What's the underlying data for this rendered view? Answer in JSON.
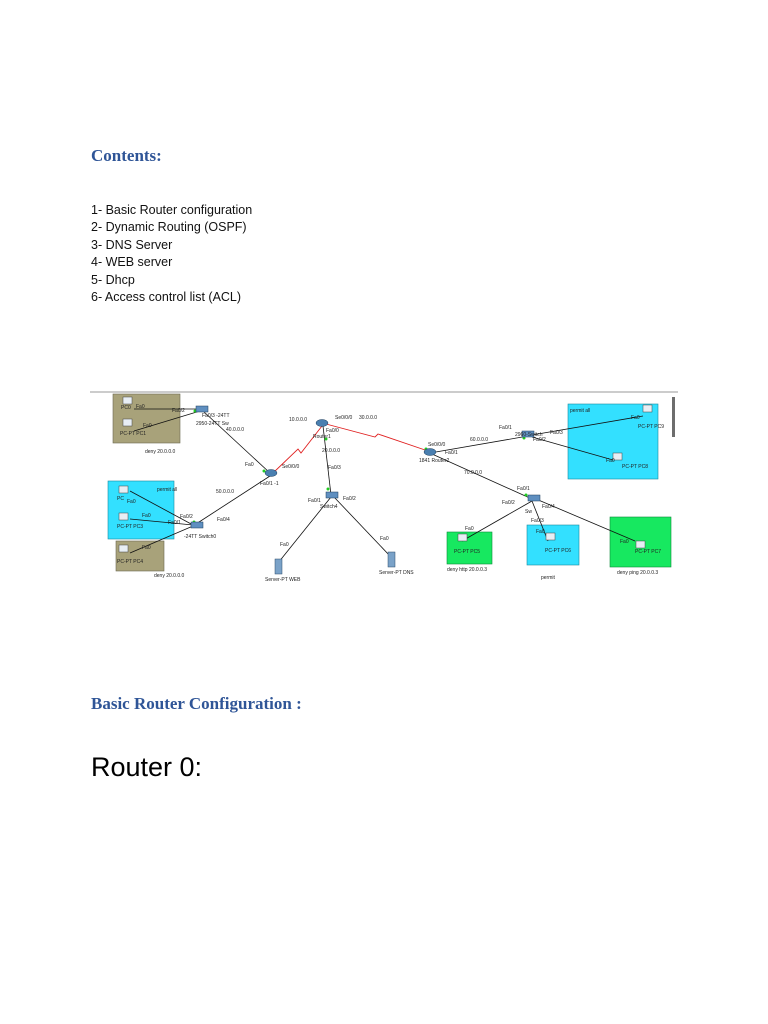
{
  "contents": {
    "heading": "Contents:",
    "items": [
      "1- Basic Router configuration",
      "2- Dynamic Routing (OSPF)",
      "3- DNS Server",
      "4- WEB server",
      "5- Dhcp",
      "6- Access control list (ACL)"
    ]
  },
  "diagram": {
    "areas": {
      "pc01_group": "deny 20.0.0.0",
      "pc34_group": "permit all",
      "pc34_deny": "deny 20.0.0.0",
      "pc89_group": "permit all",
      "pc5_group": "deny http 20.0.0.3",
      "pc6_group": "permit",
      "pc7_group": "deny ping 20.0.0.3"
    },
    "nets": {
      "n10": "10.0.0.0",
      "n20": "20.0.0.0",
      "n30": "30.0.0.0",
      "n40": "40.0.0.0",
      "n50": "50.0.0.0",
      "n60": "60.0.0.0",
      "n70": "70.0.0.0"
    },
    "devices": {
      "router0_label": "Fa0/1 -1",
      "router1_label": "Router1",
      "router2_label": "1841 Router2",
      "switch_center": "Switch4",
      "switch_right": "2960-Switch",
      "switch_topleft": "2950-24TT Sw",
      "switch_bottomleft": "-24TT Switch0",
      "switch_bottomright": "Sw",
      "pc0": "PC0",
      "pc1": "PC-PT PC1",
      "pc2": "PC",
      "pc3": "PC-PT PC3",
      "pc4": "PC-PT PC4",
      "pc5": "PC-PT PC5",
      "pc6": "PC-PT PC6",
      "pc7": "PC-PT PC7",
      "pc8": "PC-PT PC8",
      "pc9": "PC-PT PC9",
      "server_web": "Server-PT WEB",
      "server_dns": "Server-PT DNS"
    },
    "ports": {
      "fa0": "Fa0",
      "fa0_1": "Fa0/1",
      "fa0_2": "Fa0/2",
      "fa0_3": "Fa0/3",
      "fa0_4": "Fa0/4",
      "fa0_0": "Fa0/0",
      "se0_0_0": "Se0/0/0",
      "fa0_3_24": "Fa0/3 -24TT"
    }
  },
  "section": {
    "heading": "Basic Router Configuration :",
    "subheading": "Router 0:"
  }
}
